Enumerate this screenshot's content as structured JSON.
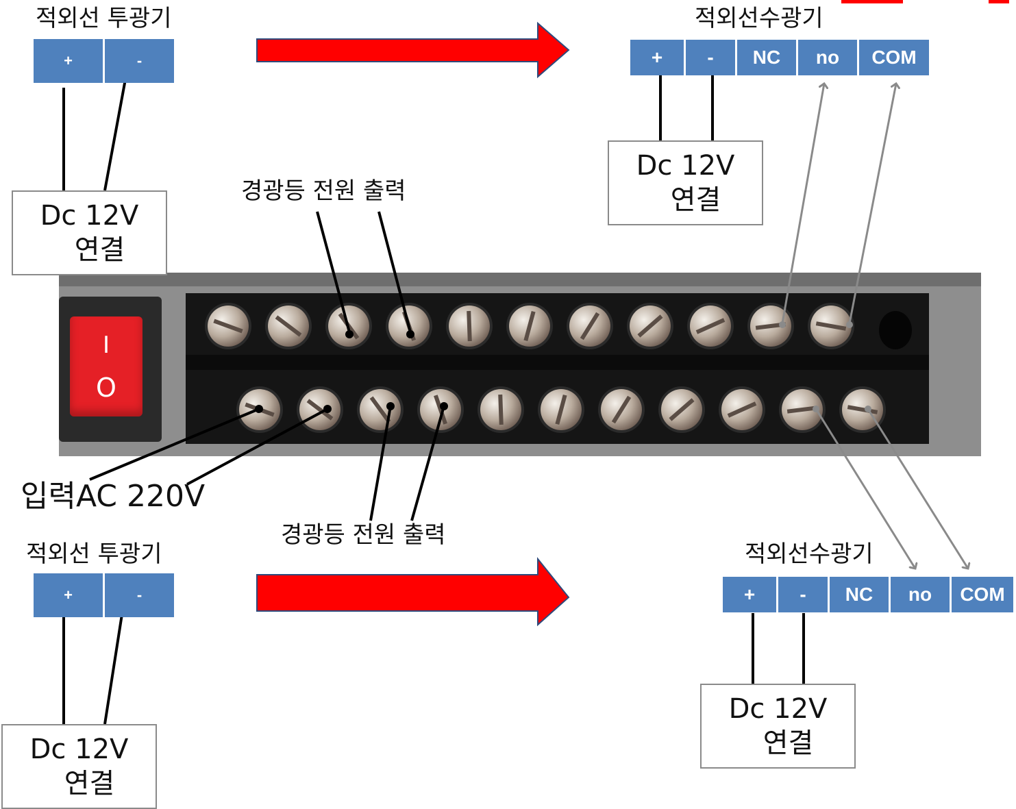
{
  "top_left": {
    "title": "적외선 투광기",
    "terminals": [
      "+",
      "-"
    ],
    "box": {
      "line1": "Dc 12V",
      "line2": "연결"
    }
  },
  "bottom_left": {
    "title": "적외선 투광기",
    "terminals": [
      "+",
      "-"
    ],
    "box": {
      "line1": "Dc 12V",
      "line2": "연결"
    }
  },
  "top_right": {
    "title": "적외선수광기",
    "terminals": [
      "+",
      "-",
      "NC",
      "no",
      "COM"
    ],
    "box": {
      "line1": "Dc 12V",
      "line2": "연결"
    }
  },
  "bottom_right": {
    "title": "적외선수광기",
    "terminals": [
      "+",
      "-",
      "NC",
      "no",
      "COM"
    ],
    "box": {
      "line1": "Dc 12V",
      "line2": "연결"
    }
  },
  "device": {
    "switch_on": "I",
    "switch_off": "O"
  },
  "labels": {
    "lamp_out_top": "경광등 전원 출력",
    "lamp_out_bottom": "경광등 전원 출력",
    "input_ac": "입력AC 220V"
  },
  "colors": {
    "terminal_blue": "#4f81bd",
    "arrow_red": "#ff0000",
    "switch_red": "#e52026"
  }
}
